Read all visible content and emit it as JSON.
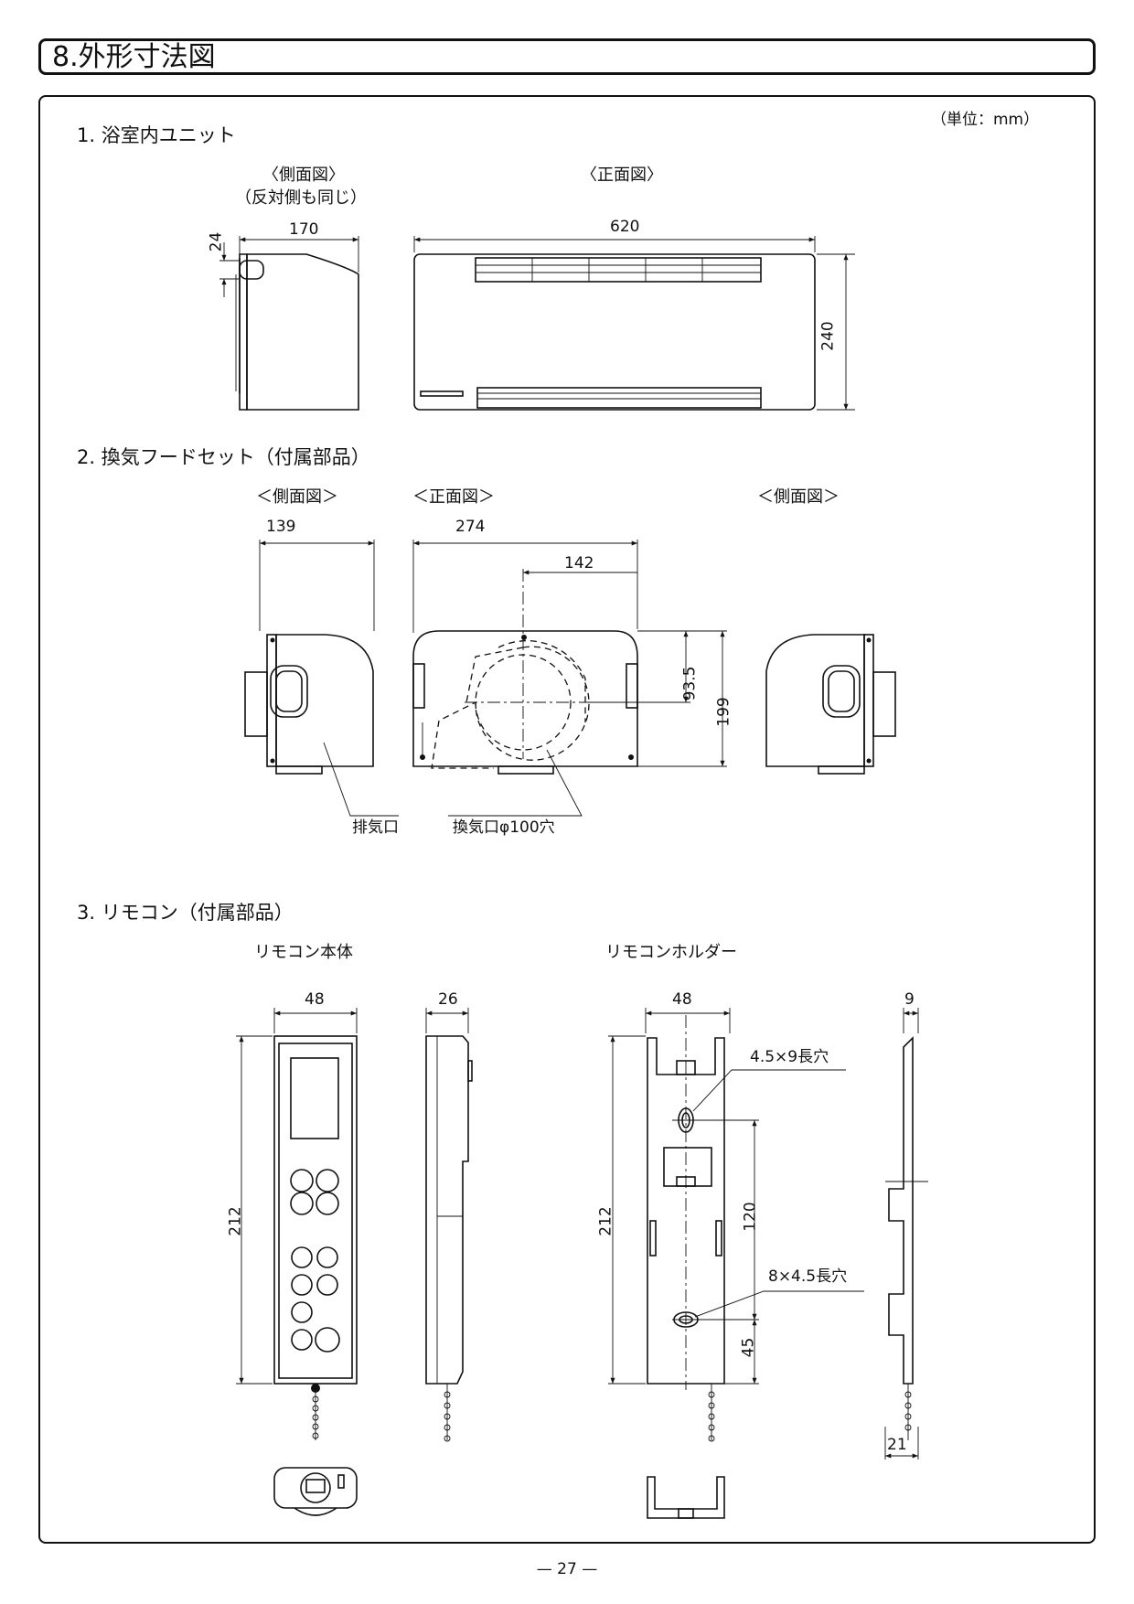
{
  "header": {
    "title": "8.外形寸法図"
  },
  "unit_note": "（単位：mm）",
  "sections": {
    "s1": {
      "title": "1. 浴室内ユニット",
      "side_view_label": "〈側面図〉",
      "side_view_sub": "（反対側も同じ）",
      "front_view_label": "〈正面図〉",
      "dims": {
        "side_offset": "24",
        "side_depth": "170",
        "front_width": "620",
        "front_height": "240"
      }
    },
    "s2": {
      "title": "2. 換気フードセット（付属部品）",
      "left_view_label": "＜側面図＞",
      "front_view_label": "＜正面図＞",
      "right_view_label": "＜側面図＞",
      "dims": {
        "depth": "139",
        "width": "274",
        "center_x": "142",
        "center_y": "93.5",
        "height": "199"
      },
      "callouts": {
        "exhaust": "排気口",
        "vent": "換気口φ100穴"
      }
    },
    "s3": {
      "title": "3. リモコン（付属部品）",
      "body_label": "リモコン本体",
      "holder_label": "リモコンホルダー",
      "dims": {
        "body_width": "48",
        "body_depth": "26",
        "body_height": "212",
        "holder_width": "48",
        "holder_thickness": "9",
        "holder_height": "212",
        "hole_pitch": "120",
        "lower_hole": "45",
        "bottom_depth": "21"
      },
      "callouts": {
        "slot_upper": "4.5×9長穴",
        "slot_lower": "8×4.5長穴"
      }
    }
  },
  "footer": {
    "page": "— 27 —"
  }
}
